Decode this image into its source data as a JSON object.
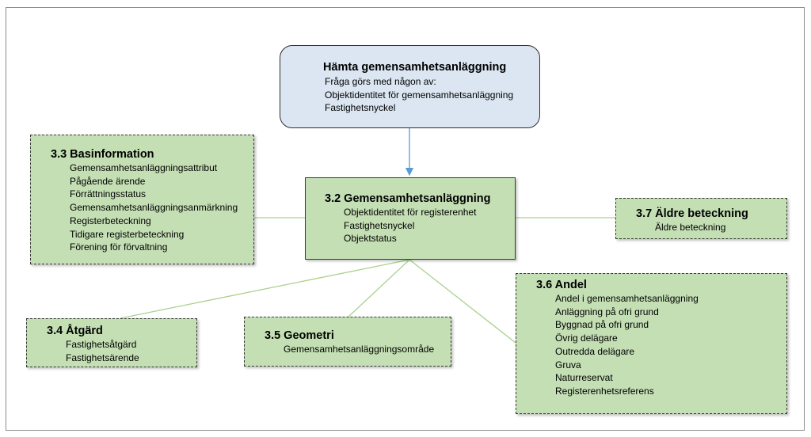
{
  "root": {
    "title": "Hämta gemensamhetsanläggning",
    "lines": [
      "Fråga görs med någon av:",
      "Objektidentitet för gemensamhetsanläggning",
      "Fastighetsnyckel"
    ]
  },
  "center": {
    "title": "3.2 Gemensamhetsanläggning",
    "items": [
      "Objektidentitet för registerenhet",
      "Fastighetsnyckel",
      "Objektstatus"
    ]
  },
  "basinformation": {
    "title": "3.3 Basinformation",
    "items": [
      "Gemensamhetsanläggningsattribut",
      "Pågående ärende",
      "Förrättningsstatus",
      "Gemensamhetsanläggningsanmärkning",
      "Registerbeteckning",
      "Tidigare registerbeteckning",
      "Förening för förvaltning"
    ]
  },
  "aldre": {
    "title": "3.7 Äldre beteckning",
    "items": [
      "Äldre beteckning"
    ]
  },
  "atgard": {
    "title": "3.4 Åtgärd",
    "items": [
      "Fastighetsåtgärd",
      "Fastighetsärende"
    ]
  },
  "geometri": {
    "title": "3.5 Geometri",
    "items": [
      "Gemensamhetsanläggningsområde"
    ]
  },
  "andel": {
    "title": "3.6 Andel",
    "items": [
      "Andel i gemensamhetsanläggning",
      "Anläggning på ofri grund",
      "Byggnad på ofri grund",
      "Övrig delägare",
      "Outredda delägare",
      "Gruva",
      "Naturreservat",
      "Registerenhetsreferens"
    ]
  },
  "colors": {
    "box_green": "#c4dfb4",
    "box_blue": "#dbe6f2",
    "connector_green": "#a9d18e",
    "arrow_blue": "#5b9bd5"
  }
}
